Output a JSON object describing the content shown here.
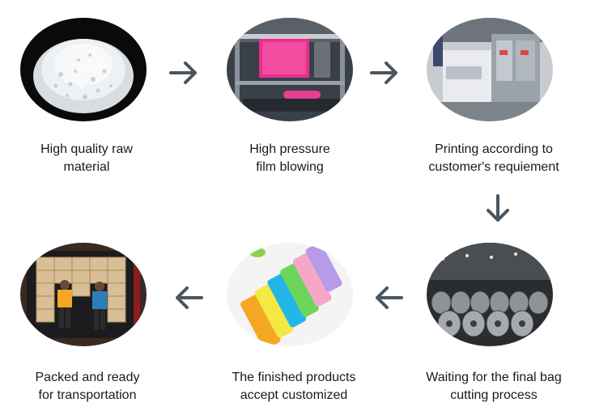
{
  "steps": [
    {
      "line1": "High quality raw",
      "line2": "material",
      "image": "plastic-granules"
    },
    {
      "line1": "High pressure",
      "line2": "film blowing",
      "image": "film-blowing-machine"
    },
    {
      "line1": "Printing according to",
      "line2": "customer's requiement",
      "image": "printing-press"
    },
    {
      "line1": "Waiting for the final bag",
      "line2": "cutting process",
      "image": "film-rolls-warehouse"
    },
    {
      "line1": "The finished products",
      "line2": "accept customized",
      "image": "colored-plastic-bags"
    },
    {
      "line1": "Packed and ready",
      "line2": "for transportation",
      "image": "workers-in-container"
    }
  ],
  "arrows": [
    "right",
    "right",
    "down",
    "left",
    "left"
  ],
  "colors": {
    "arrow": "#4a5560",
    "text": "#1a1a1a"
  }
}
